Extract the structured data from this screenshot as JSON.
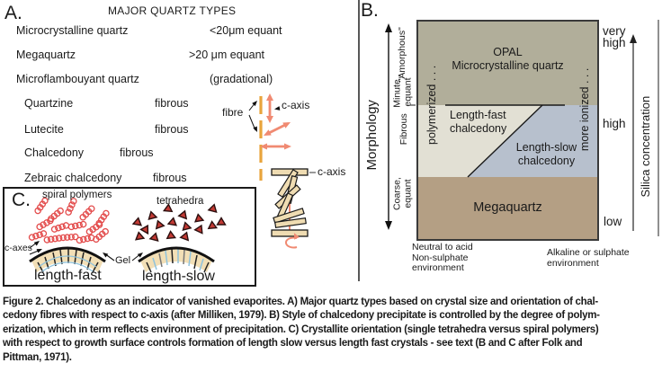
{
  "panelA": {
    "label": "A.",
    "title": "MAJOR QUARTZ TYPES",
    "rows": [
      {
        "name": "Microcrystalline quartz",
        "desc": "<20μm equant"
      },
      {
        "name": "Megaquartz",
        "desc": ">20 μm equant"
      },
      {
        "name": "Microflambouyant quartz",
        "desc": "(gradational)"
      },
      {
        "name": "Quartzine",
        "desc": "fibrous"
      },
      {
        "name": "Lutecite",
        "desc": "fibrous"
      },
      {
        "name": "Chalcedony",
        "desc": "fibrous"
      },
      {
        "name": "Zebraic chalcedony",
        "desc": "fibrous"
      }
    ],
    "fibre_diagram": {
      "fibre_label": "fibre",
      "c_axis_top": "c-axis",
      "c_axis_zebraic": "c-axis"
    }
  },
  "panelB": {
    "label": "B.",
    "left_axis": {
      "title": "Morphology",
      "categories": [
        "\"Amorphous\"",
        "Minute,\nequant",
        "Fibrous",
        "Coarse,\nequant"
      ]
    },
    "right_axis": {
      "title": "Silica concentration",
      "levels": [
        "very\nhigh",
        "high",
        "low"
      ]
    },
    "box": {
      "opal": "OPAL",
      "microcrystalline": "Microcrystalline quartz",
      "polymerized": "polymerized . . .",
      "more_ionized": "more ionized . . .",
      "length_fast": "Length-fast\nchalcedony",
      "length_slow": "Length-slow\nchalcedony",
      "megaquartz": "Megaquartz"
    },
    "environment_left": "Neutral to acid\nNon-sulphate\nenvironment",
    "environment_right": "Alkaline or sulphate\nenvironment",
    "colors": {
      "opal_region": "#b1ae9a",
      "length_fast_region": "#e2e0d4",
      "length_slow_region": "#b7c0cd",
      "megaquartz_region": "#b49f84"
    }
  },
  "panelC": {
    "label": "C.",
    "spiral_polymers": "spiral polymers",
    "tetrahedra": "tetrahedra",
    "c_axes": "c-axes",
    "gel": "Gel",
    "length_fast": "length-fast",
    "length_slow": "length-slow"
  },
  "caption": {
    "lines": [
      "Figure 2. Chalcedony as an indicator of vanished evaporites. A) Major quartz types based on crystal size and orientation of chal-",
      "cedony fibres with respect to c-axis (after Milliken, 1979). B) Style of chalcedony precipitate is controlled by the degree of polym-",
      "erization, which in term reflects environment of precipitation. C) Crystallite orientation (single tetrahedra versus spiral polymers)",
      "with respect to growth surface controls formation of length slow versus length fast crystals - see text (B and C after Folk and",
      "Pittman, 1971)."
    ]
  },
  "colors": {
    "arrow_salmon": "#f08a72",
    "fibre_dash_orange": "#e8a43c",
    "spiral_red": "#e34c4c",
    "tetrahedron_red": "#c23a34",
    "bar_tan": "#efdcb2",
    "fan_tan": "#f2dfb6",
    "fan_blue": "#8fc3dc"
  }
}
